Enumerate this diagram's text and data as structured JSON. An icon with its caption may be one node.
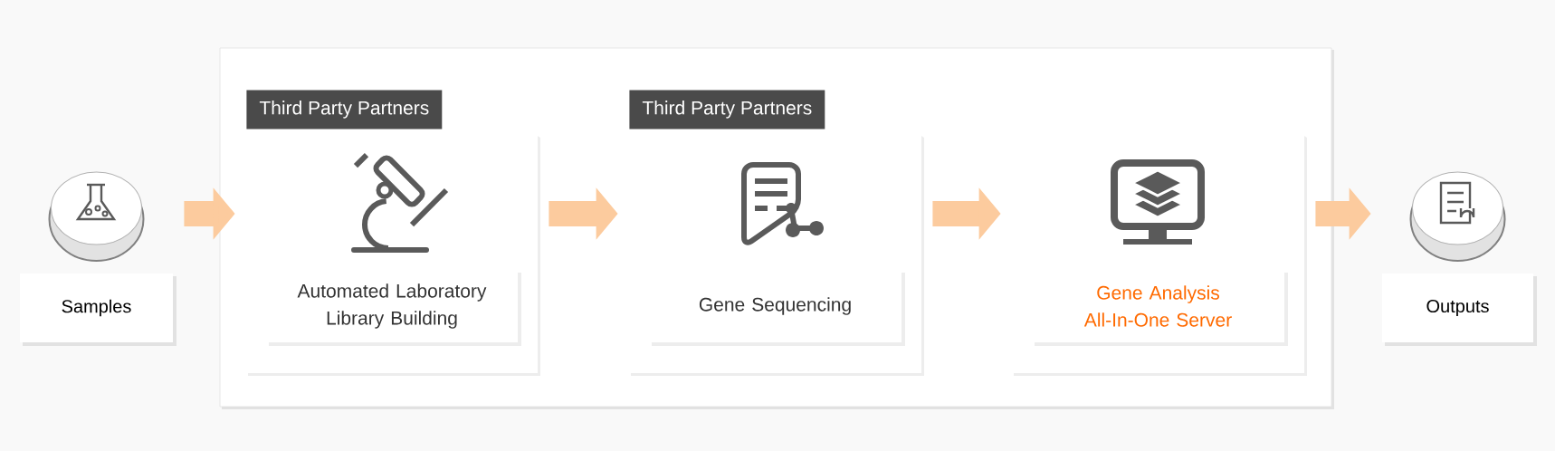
{
  "diagram": {
    "nodes": [
      {
        "text": [
          "Samples"
        ]
      },
      {
        "text": [],
        "shape": "box"
      },
      {
        "text": [
          "Third Party Partners",
          "Automated Laboratory Library Building"
        ],
        "in": 1
      },
      {
        "text": [
          "Third Party Partners",
          "Gene Sequencing"
        ],
        "in": 1
      },
      {
        "text": [
          "Gene Analysis All-In-One Server"
        ],
        "in": 1
      },
      {
        "text": [
          "Outputs"
        ]
      }
    ],
    "edges": [
      {
        "from": 0,
        "to": 2,
        "arrow": "to"
      },
      {
        "from": 2,
        "to": 3,
        "arrow": "to"
      },
      {
        "from": 3,
        "to": 4,
        "arrow": "to"
      },
      {
        "from": 4,
        "to": 5,
        "arrow": "to"
      }
    ]
  }
}
